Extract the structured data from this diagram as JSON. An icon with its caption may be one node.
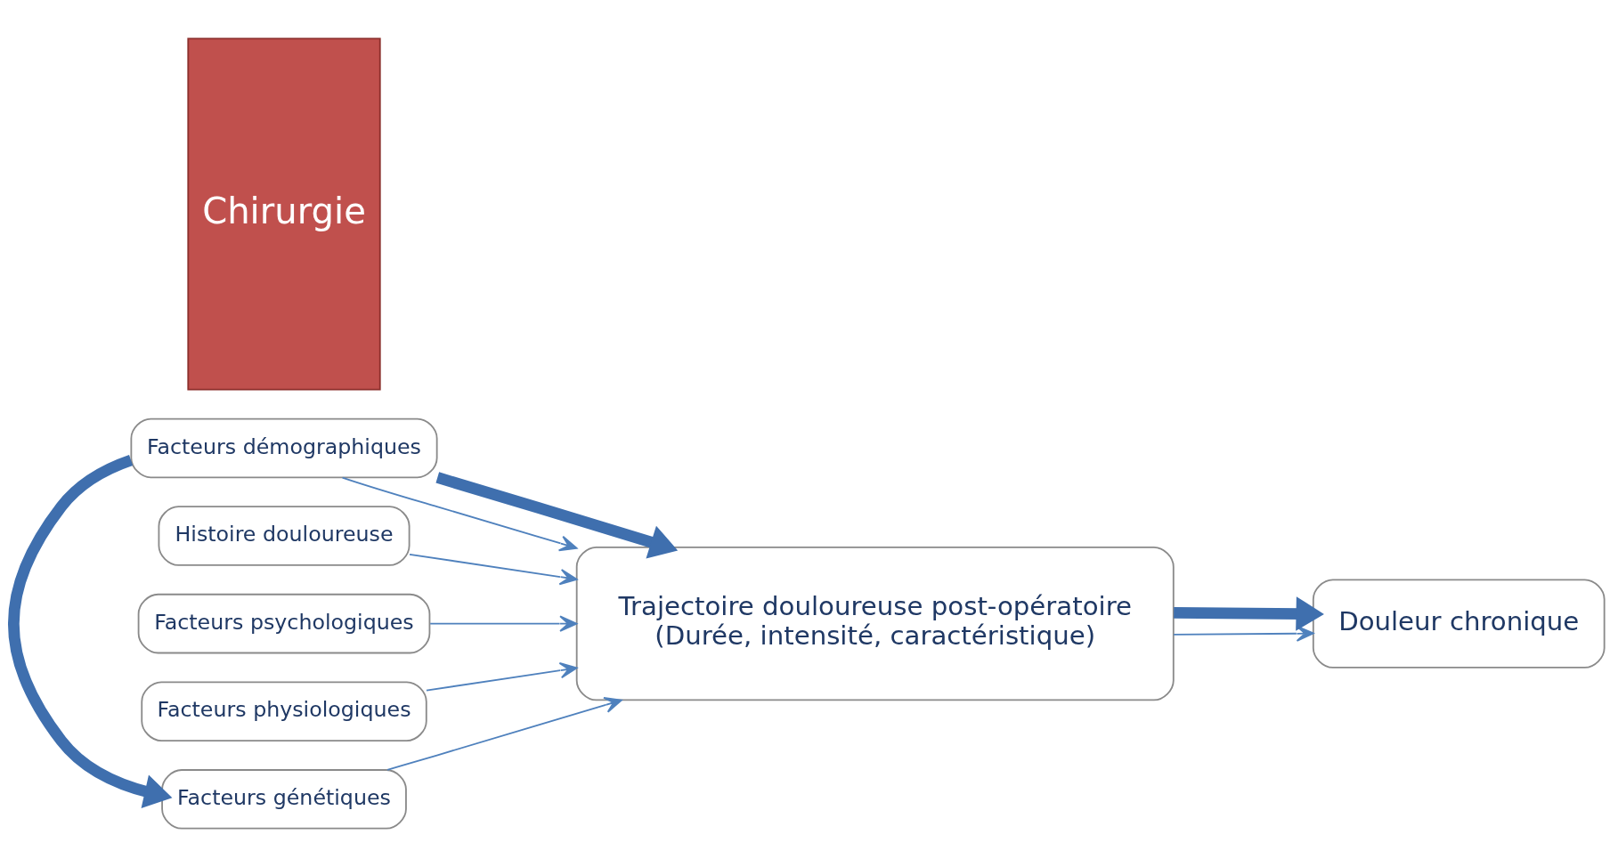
{
  "diagram": {
    "nodes": [
      {
        "text": [
          "Facteurs démographiques"
        ]
      },
      {
        "text": [
          "Histoire douloureuse"
        ]
      },
      {
        "text": [
          "Facteurs psychologiques"
        ]
      },
      {
        "text": [
          "Facteurs physiologiques"
        ]
      },
      {
        "text": [
          "Facteurs génétiques"
        ]
      },
      {
        "text": [
          "Chirurgie"
        ]
      },
      {
        "text": [
          "Trajectoire douloureuse post-opératoire",
          "(Durée, intensité, caractéristique)"
        ]
      },
      {
        "text": [
          "Douleur chronique"
        ]
      }
    ],
    "edges": [
      {
        "from": 0,
        "to": 6,
        "arrow": "to"
      },
      {
        "from": 1,
        "to": 6,
        "arrow": "to"
      },
      {
        "from": 2,
        "to": 6,
        "arrow": "to"
      },
      {
        "from": 3,
        "to": 6,
        "arrow": "to"
      },
      {
        "from": 4,
        "to": 6,
        "arrow": "to"
      },
      {
        "from": 6,
        "to": 7,
        "arrow": "to"
      },
      {
        "from": 0,
        "to": 4,
        "arrow": "to",
        "style": "thick"
      },
      {
        "from": 0,
        "to": 6,
        "arrow": "to",
        "style": "thick"
      },
      {
        "from": 6,
        "to": 7,
        "arrow": "to",
        "style": "thick"
      }
    ]
  }
}
